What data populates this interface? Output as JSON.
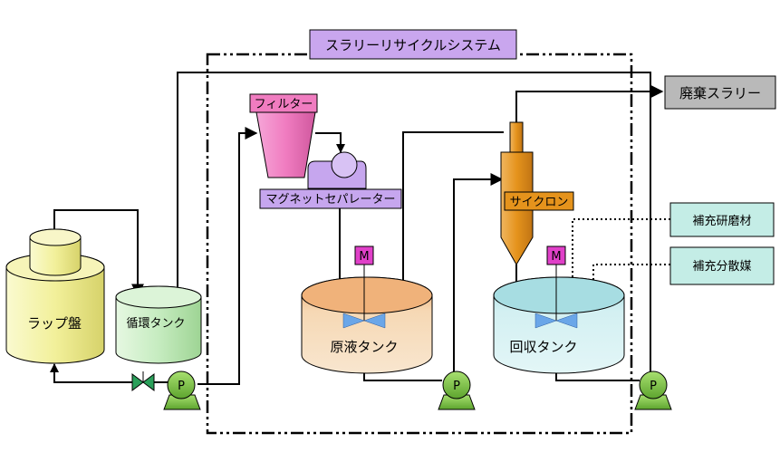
{
  "system_title": "スラリーリサイクルシステム",
  "equipment": {
    "lap": "ラップ盤",
    "circ_tank": "循環タンク",
    "filter": "フィルター",
    "magnetic_separator": "マグネットセパレーター",
    "raw_tank": "原液タンク",
    "cyclone": "サイクロン",
    "recovery_tank": "回収タンク"
  },
  "outputs": {
    "waste": "廃棄スラリー",
    "supp_abrasive": "補充研磨材",
    "supp_dispersant": "補充分散媒"
  },
  "symbols": {
    "pump": "P",
    "motor": "M"
  },
  "colors": {
    "lap_fill": "#f2f09a",
    "circ_fill": "#c6ecc0",
    "pump_fill": "#7fc44a",
    "filter_fill": "#f07cc0",
    "separator_fill": "#c6a6ee",
    "raw_fill": "#f2c79a",
    "cyclone_fill": "#e5931c",
    "recovery_fill": "#bfe7ea",
    "motor_fill": "#e040c8",
    "title_fill": "#c9a6ee",
    "waste_fill": "#b9b9b9",
    "supp_fill": "#c4ede6"
  }
}
